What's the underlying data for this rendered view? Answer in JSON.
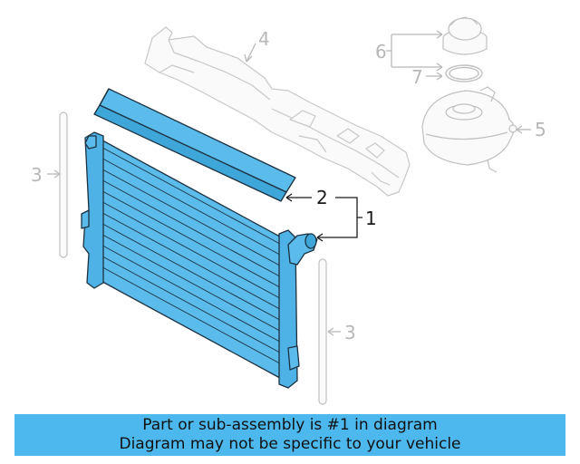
{
  "callouts": {
    "c1": "1",
    "c2": "2",
    "c3_left": "3",
    "c3_right": "3",
    "c4": "4",
    "c5": "5",
    "c6": "6",
    "c7": "7"
  },
  "banner": {
    "line1": "Part or sub-assembly is #1 in diagram",
    "line2": "Diagram may not be specific to your vehicle"
  },
  "colors": {
    "highlight": "#4cb8ee",
    "part_fill": "#5bbcec",
    "ghost": "#c4c4c4"
  }
}
